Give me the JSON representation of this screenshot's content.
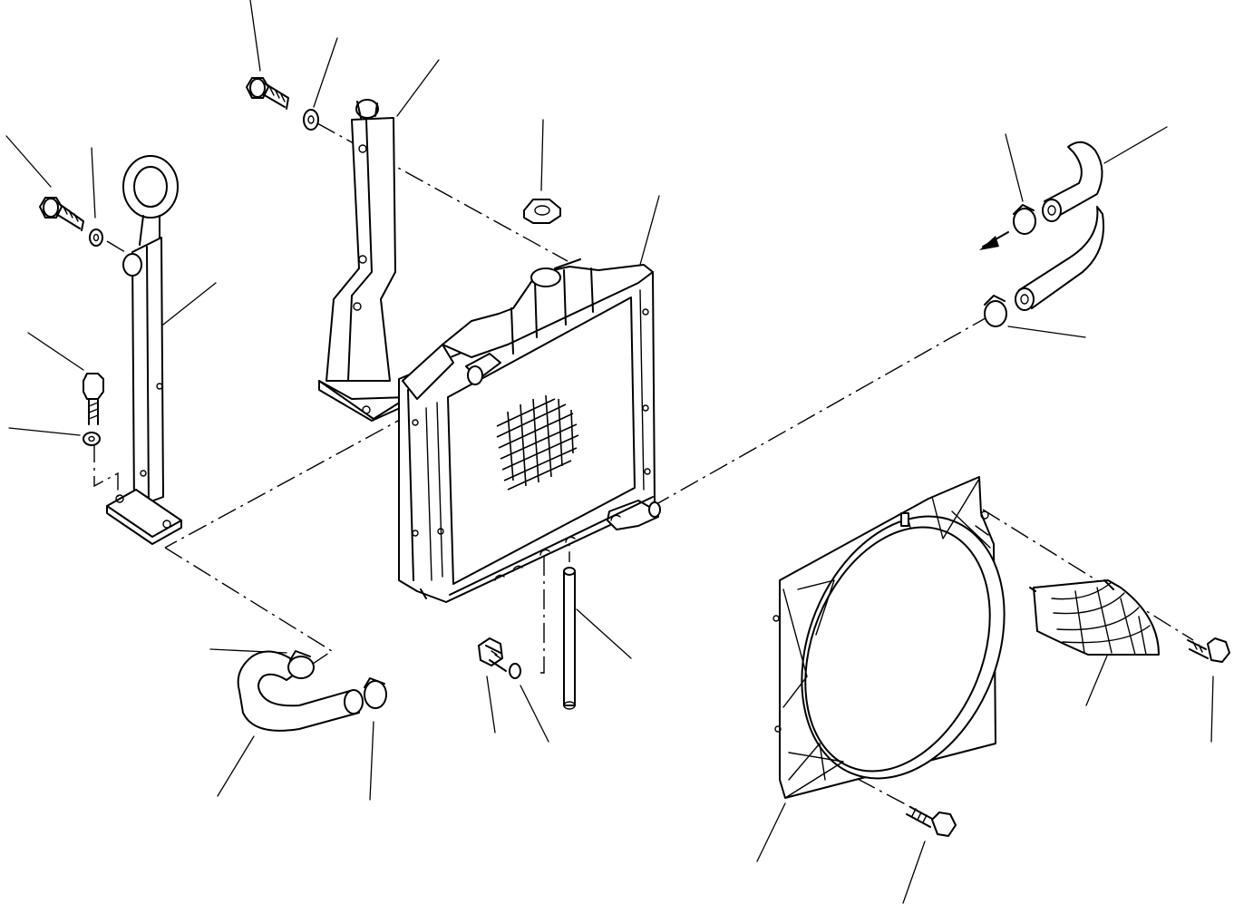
{
  "diagram": {
    "parts": [
      {
        "id": "left-stay",
        "icon": "stay-bracket-icon"
      },
      {
        "id": "center-stay",
        "icon": "stay-bracket-icon"
      },
      {
        "id": "radiator",
        "icon": "radiator-icon"
      },
      {
        "id": "radiator-cap",
        "icon": "cap-icon"
      },
      {
        "id": "upper-hose",
        "icon": "hose-icon"
      },
      {
        "id": "lower-hose",
        "icon": "hose-icon"
      },
      {
        "id": "drain-tube",
        "icon": "tube-icon"
      },
      {
        "id": "fan-shroud",
        "icon": "shroud-icon"
      },
      {
        "id": "shroud-guard",
        "icon": "guard-icon"
      },
      {
        "id": "bolts",
        "icon": "bolt-icon"
      },
      {
        "id": "washers",
        "icon": "washer-icon"
      },
      {
        "id": "hose-clamps",
        "icon": "clamp-icon"
      }
    ],
    "colors": {
      "line": "#000000",
      "background": "#ffffff"
    }
  }
}
